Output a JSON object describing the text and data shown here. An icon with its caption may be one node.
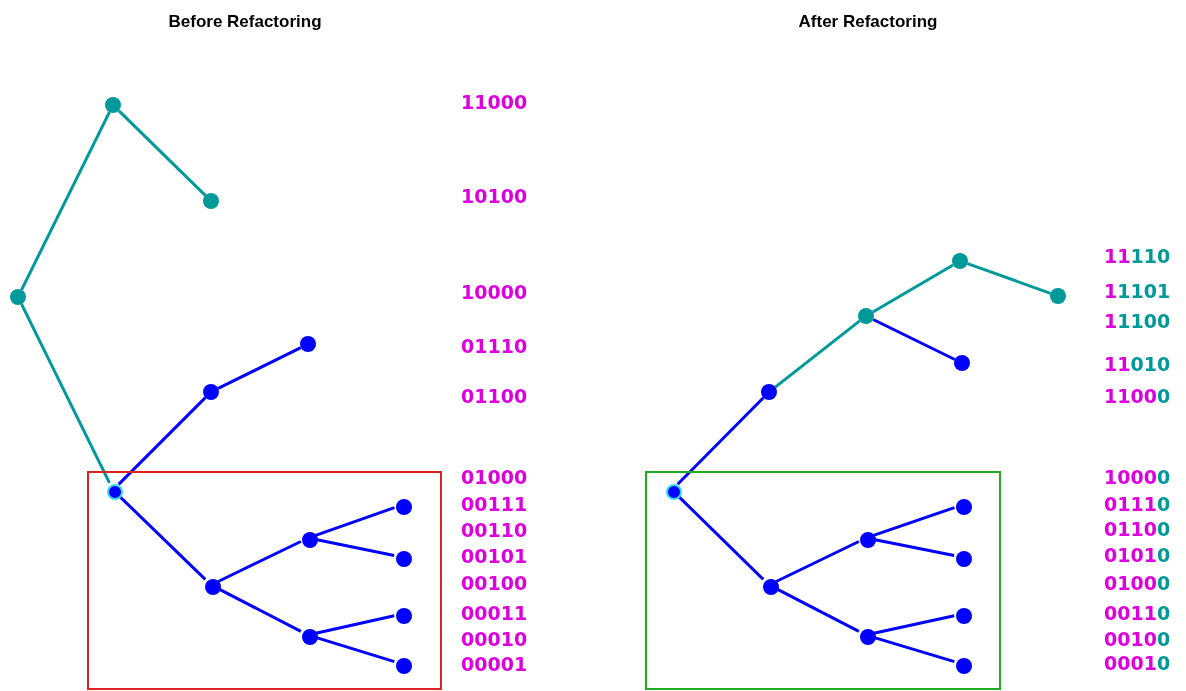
{
  "diagram": {
    "nodes": [
      {
        "text": [],
        "shape": "circle"
      },
      {
        "text": [],
        "shape": "circle"
      },
      {
        "text": [],
        "shape": "circle"
      },
      {
        "text": [],
        "shape": "circle"
      },
      {
        "text": [],
        "shape": "circle"
      },
      {
        "text": [],
        "shape": "box"
      },
      {
        "text": [],
        "shape": "circle",
        "in": 5
      },
      {
        "text": [],
        "shape": "circle",
        "in": 5
      },
      {
        "text": [],
        "shape": "circle",
        "in": 5
      },
      {
        "text": [],
        "shape": "circle",
        "in": 5
      },
      {
        "text": [],
        "shape": "circle",
        "in": 5
      },
      {
        "text": [],
        "shape": "circle",
        "in": 5
      },
      {
        "text": [],
        "shape": "circle",
        "in": 5
      },
      {
        "text": [],
        "shape": "circle",
        "in": 5
      },
      {
        "text": [],
        "shape": "circle"
      },
      {
        "text": [],
        "shape": "circle"
      },
      {
        "text": [],
        "shape": "circle"
      },
      {
        "text": [],
        "shape": "circle"
      },
      {
        "text": [],
        "shape": "circle"
      },
      {
        "text": [],
        "shape": "box"
      },
      {
        "text": [],
        "shape": "circle",
        "in": 19
      },
      {
        "text": [],
        "shape": "circle",
        "in": 19
      },
      {
        "text": [],
        "shape": "circle",
        "in": 19
      },
      {
        "text": [],
        "shape": "circle",
        "in": 19
      },
      {
        "text": [],
        "shape": "circle",
        "in": 19
      },
      {
        "text": [],
        "shape": "circle",
        "in": 19
      },
      {
        "text": [],
        "shape": "circle",
        "in": 19
      },
      {
        "text": [],
        "shape": "circle",
        "in": 19
      }
    ],
    "edges": [
      {
        "from": 2,
        "to": 0,
        "arrow": "none",
        "color": "#009999"
      },
      {
        "from": 0,
        "to": 1,
        "arrow": "none",
        "color": "#009999"
      },
      {
        "from": 2,
        "to": 6,
        "arrow": "none",
        "color": "#009999"
      },
      {
        "from": 6,
        "to": 4,
        "arrow": "none"
      },
      {
        "from": 4,
        "to": 3,
        "arrow": "none"
      },
      {
        "from": 6,
        "to": 10,
        "arrow": "none"
      },
      {
        "from": 10,
        "to": 8,
        "arrow": "none"
      },
      {
        "from": 8,
        "to": 7,
        "arrow": "none"
      },
      {
        "from": 8,
        "to": 9,
        "arrow": "none"
      },
      {
        "from": 10,
        "to": 12,
        "arrow": "none"
      },
      {
        "from": 12,
        "to": 11,
        "arrow": "none"
      },
      {
        "from": 12,
        "to": 13,
        "arrow": "none"
      },
      {
        "from": 20,
        "to": 18,
        "arrow": "none"
      },
      {
        "from": 18,
        "to": 16,
        "arrow": "none",
        "color": "#009999"
      },
      {
        "from": 16,
        "to": 14,
        "arrow": "none",
        "color": "#009999"
      },
      {
        "from": 14,
        "to": 15,
        "arrow": "none",
        "color": "#009999"
      },
      {
        "from": 16,
        "to": 17,
        "arrow": "none"
      },
      {
        "from": 20,
        "to": 24,
        "arrow": "none"
      },
      {
        "from": 24,
        "to": 22,
        "arrow": "none"
      },
      {
        "from": 22,
        "to": 21,
        "arrow": "none"
      },
      {
        "from": 22,
        "to": 23,
        "arrow": "none"
      },
      {
        "from": 24,
        "to": 26,
        "arrow": "none"
      },
      {
        "from": 26,
        "to": 25,
        "arrow": "none"
      },
      {
        "from": 26,
        "to": 27,
        "arrow": "none"
      }
    ],
    "labels": [
      "Before Refactoring",
      "After Refactoring",
      "11000",
      "10100",
      "10000",
      "01110",
      "01100",
      "01000",
      "00111",
      "00110",
      "00101",
      "00100",
      "00011",
      "00010",
      "00001",
      "11110",
      "11101",
      "11100",
      "11010",
      "11000",
      "10000",
      "01110",
      "01100",
      "01010",
      "01000",
      "00110",
      "00100",
      "00010"
    ]
  }
}
